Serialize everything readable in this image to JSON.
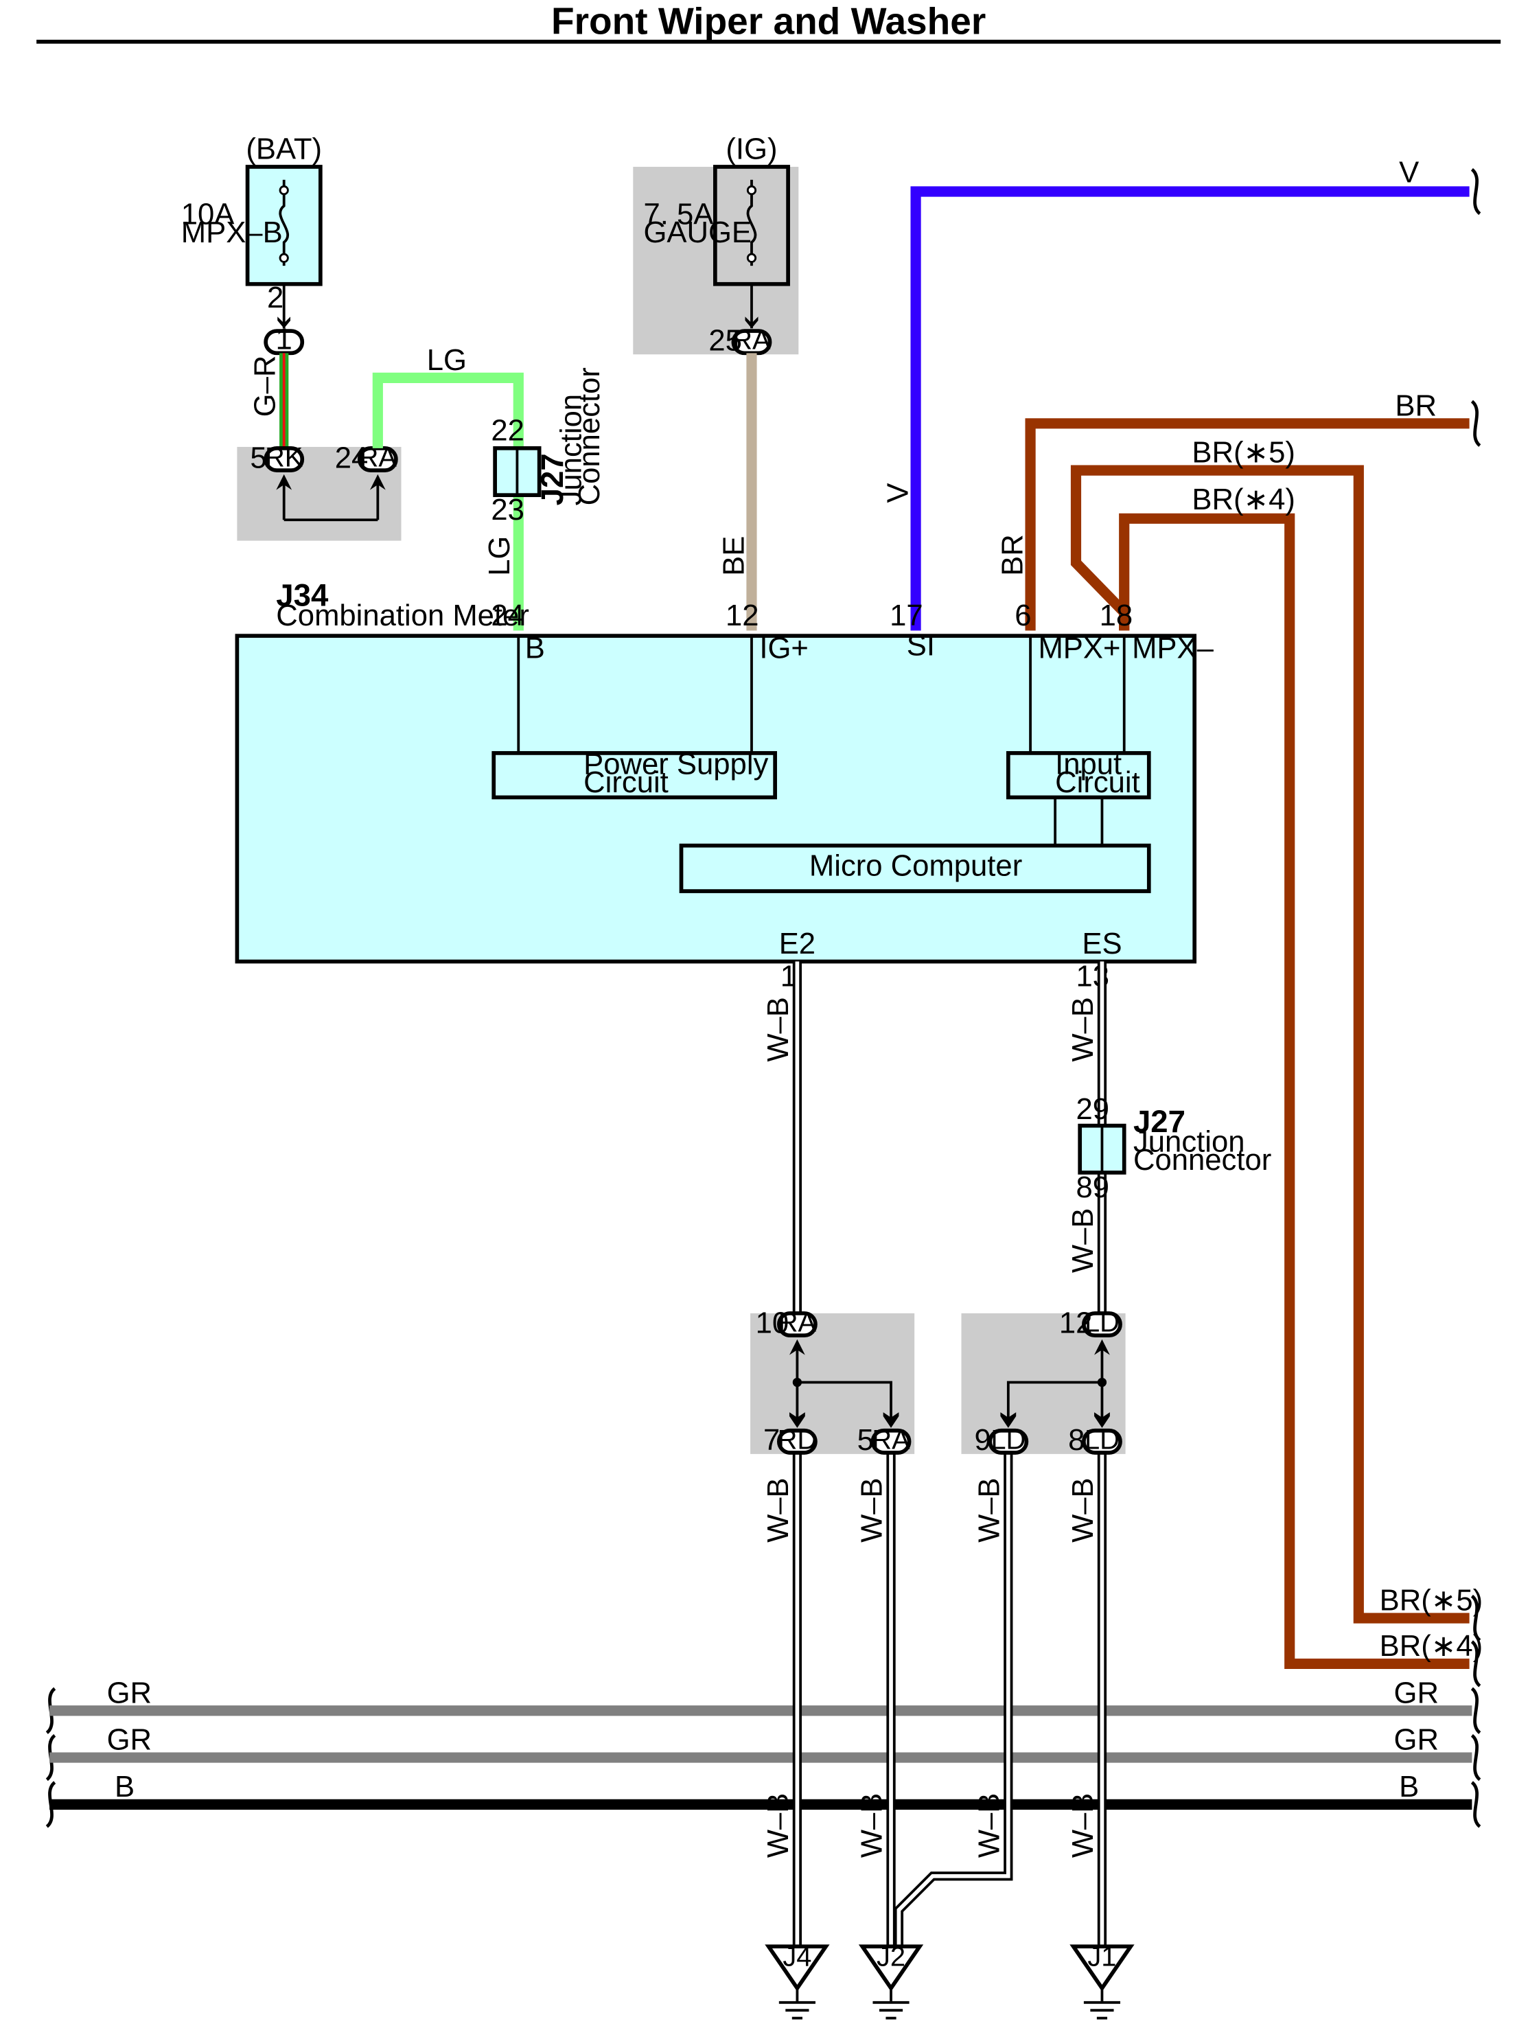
{
  "title": "Front Wiper and Washer",
  "fuses": {
    "bat": {
      "source": "(BAT)",
      "rating": "10A",
      "name": "MPX–B",
      "pin": "2"
    },
    "ig": {
      "source": "(IG)",
      "rating": "7. 5A",
      "name": "GAUGE",
      "pin": "25",
      "conn": "RA"
    }
  },
  "connectors": {
    "c1": "1",
    "rk": {
      "pin": "5",
      "code": "RK"
    },
    "ra24": {
      "pin": "24",
      "code": "RA"
    },
    "ra10": {
      "pin": "10",
      "code": "RA"
    },
    "rd7": {
      "pin": "7",
      "code": "RD"
    },
    "ra5": {
      "pin": "5",
      "code": "RA"
    },
    "ld12": {
      "pin": "12",
      "code": "LD"
    },
    "ld9": {
      "pin": "9",
      "code": "LD"
    },
    "ld8": {
      "pin": "8",
      "code": "LD"
    }
  },
  "junction_top": {
    "id": "J27",
    "line1": "Junction",
    "line2": "Connector",
    "pin_in": "22",
    "pin_out": "23"
  },
  "junction_bottom": {
    "id": "J27",
    "line1": "Junction",
    "line2": "Connector",
    "pin_in": "29",
    "pin_out": "89"
  },
  "meter": {
    "id": "J34",
    "name": "Combination Meter",
    "pins": {
      "b": "24",
      "ig": "12",
      "si": "17",
      "mpxp": "6",
      "mpxm": "18",
      "e2": "1",
      "es": "13"
    },
    "terminals": {
      "b": "B",
      "ig": "IG+",
      "si": "SI",
      "mpxp": "MPX+",
      "mpxm": "MPX–",
      "e2": "E2",
      "es": "ES"
    },
    "power_supply": {
      "line1": "Power Supply",
      "line2": "Circuit"
    },
    "input": {
      "line1": "Input",
      "line2": "Circuit"
    },
    "micro": "Micro Computer"
  },
  "wire_labels": {
    "gr": "G–R",
    "lg": "LG",
    "be": "BE",
    "v": "V",
    "br": "BR",
    "br5": "BR(∗5)",
    "br4": "BR(∗4)",
    "wb": "W–B",
    "gray": "GR",
    "black": "B"
  },
  "grounds": [
    "J4",
    "J2",
    "J1"
  ],
  "colors": {
    "meter_fill": "#ccffff",
    "splice_fill": "#cccccc",
    "lg": "#80ff80",
    "be": "#c0b09a",
    "v": "#3300ff",
    "br": "#993300",
    "gr": "#808080",
    "b": "#000000",
    "g": "#22aa22",
    "r": "#ee1111"
  }
}
